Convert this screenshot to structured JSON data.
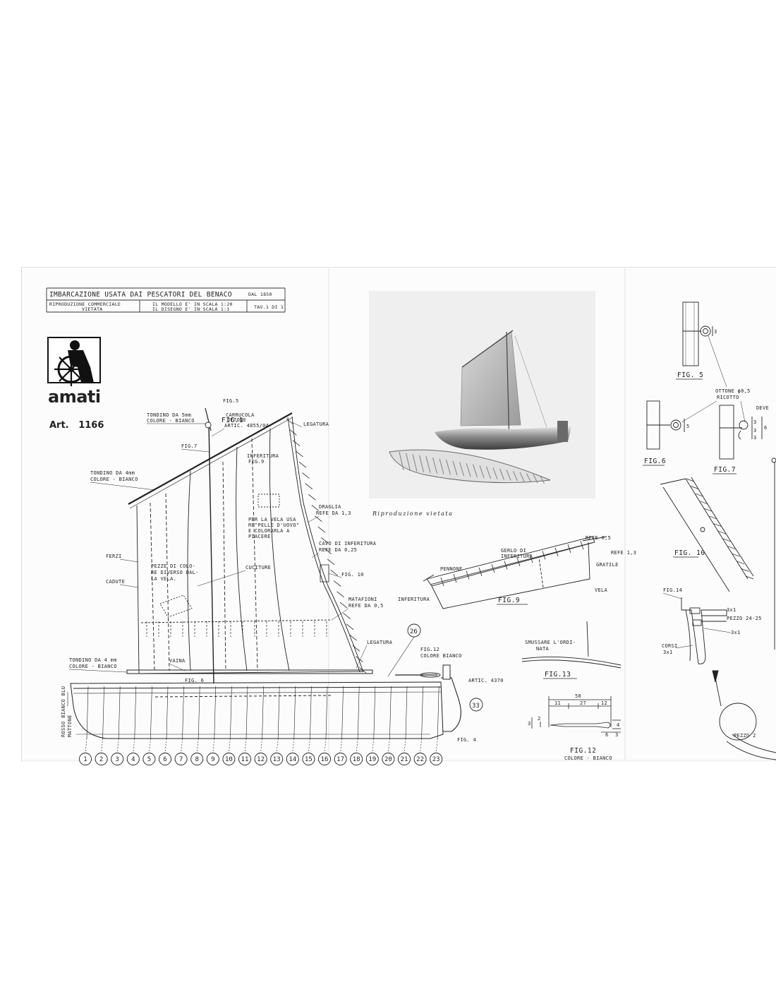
{
  "title_block": {
    "title": "IMBARCAZIONE USATA DAI PESCATORI DEL BENACO",
    "date": "DAL 1850",
    "notice": [
      "RIPRODUZIONE COMMERCIALE",
      "VIETATA"
    ],
    "scale": [
      "IL MODELLO E' IN SCALA 1:20",
      "IL DISEGNO E' IN SCALA 1:1"
    ],
    "sheet": "TAV.1 DI 1"
  },
  "brand": {
    "logo_text": "amati",
    "article": "Art.   1166"
  },
  "photo": {
    "caption": "Riproduzione vietata"
  },
  "fig1": {
    "title": "FIG.1",
    "labels": {
      "fig5_ref": "FIG.5",
      "tondino5_a": "TONDINO DA 5mm",
      "tondino5_b": "COLORE - BIANCO",
      "carrucola_a": "CARRUCOLA",
      "carrucola_b": "OTTONE",
      "carrucola_c": "ARTIC. 4855/04",
      "legatura_top": "LEGATURA",
      "fig7_ref": "FIG.7",
      "inferitura_a": "INFERITURA",
      "inferitura_b": "FIG.9",
      "tondino4_a": "TONDINO DA 4mm",
      "tondino4_b": "COLORE - BIANCO",
      "draglia_a": "DRAGLIA",
      "draglia_b": "REFE DA 1,3",
      "note_a": "PER LA VELA USA",
      "note_b": "RE\"PELLE D'UOVO\"",
      "note_c": "E COLORARLA A",
      "note_d": "PIACERE.",
      "cavo_a": "CAVO DI INFERITURA",
      "cavo_b": "REFE DA 0,25",
      "ferzi": "FERZI",
      "pezze_a": "PEZZE DI COLO-",
      "pezze_b": "RE DIVERSO DAL-",
      "pezze_c": "LA VELA.",
      "cuciture": "CUCITURE",
      "cadute": "CADUTE",
      "fig10_ref": "FIG. 10",
      "matafioni_a": "MATAFIONI",
      "matafioni_b": "REFE DA 0,5",
      "legatura_bottom": "LEGATURA",
      "tondino4b_a": "TONDINO DA 4 mm",
      "tondino4b_b": "COLORE - BIANCO",
      "vaina": "VAINA",
      "fig6_ref": "FIG. 6",
      "fig12_ref_a": "FIG.12",
      "fig12_ref_b": "COLORE BIANCO",
      "artic4370": "ARTIC. 4370",
      "fig4_ref": "FIG. 4",
      "hull_colors_a": "ROSSO BIANCO BLU",
      "hull_colors_b": "MATTONE"
    },
    "frames": [
      "1",
      "2",
      "3",
      "4",
      "5",
      "6",
      "7",
      "8",
      "9",
      "10",
      "11",
      "12",
      "13",
      "14",
      "15",
      "16",
      "17",
      "18",
      "19",
      "20",
      "21",
      "22",
      "23"
    ],
    "callout_26": "26",
    "callout_33": "33"
  },
  "fig9": {
    "title": "FIG.9",
    "labels": {
      "refe05": "REFE 0,5",
      "gerlo_a": "GERLO DI",
      "gerlo_b": "INFERITURA",
      "refe13": "REFE 1,3",
      "pennone": "PENNONE",
      "gratile": "GRATILE",
      "vela": "VELA",
      "inferitura": "INFERITURA"
    }
  },
  "fig13": {
    "title": "FIG.13",
    "label_a": "SMUSSARE L'ORDI-",
    "label_b": "NATA"
  },
  "fig12": {
    "title": "FIG.12",
    "subtitle": "COLORE - BIANCO",
    "dims": {
      "total": "50",
      "a": "11",
      "b": "27",
      "c": "12",
      "h1": "3",
      "h2": "2",
      "h3": "4",
      "d1": "6",
      "d2": "3"
    }
  },
  "fig5": {
    "title": "FIG. 5",
    "dim": "3",
    "note_a": "OTTONE ϕ0,5",
    "note_b": "RICOTTO"
  },
  "fig6": {
    "title": "FIG.6",
    "dim": "5"
  },
  "fig7": {
    "title": "FIG.7",
    "label": "DEVE",
    "dims": [
      "3",
      "3",
      "3",
      "6"
    ]
  },
  "fig10": {
    "title": "FIG. 10"
  },
  "fig14": {
    "title": "FIG.14",
    "labels": {
      "a": "3x1",
      "pezzo": "PEZZO 24-25",
      "b": "3x1",
      "corsi_a": "CORSI",
      "corsi_b": "3x1"
    }
  },
  "edge_fragment": {
    "pezzo": "PEZZO 2"
  }
}
